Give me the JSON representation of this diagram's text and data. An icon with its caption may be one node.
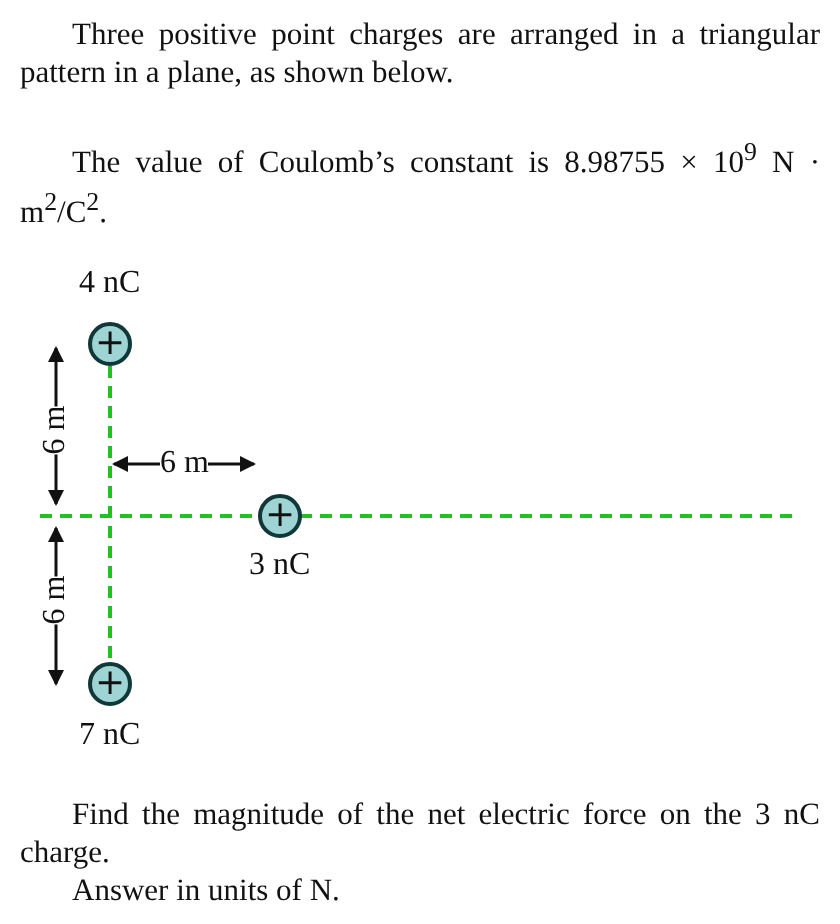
{
  "diagram": {
    "nodes": [
      {
        "text": [
          "+"
        ],
        "beside": [
          "4 nC"
        ]
      },
      {
        "text": [
          "+"
        ],
        "beside": [
          "3 nC"
        ]
      },
      {
        "text": [
          "+"
        ],
        "beside": [
          "7 nC"
        ]
      }
    ],
    "labels": [
      "Three positive point charges are arranged in a triangular pattern in a plane, as shown below.",
      "The value of Coulomb’s constant is 8.98755 × 10$^{9}$ N · m$^{2}$/C$^{2}$.",
      "6 m",
      "6 m",
      "6 m",
      "Find the magnitude of the net electric force on the 3 nC charge.",
      "Answer in units of N."
    ]
  }
}
